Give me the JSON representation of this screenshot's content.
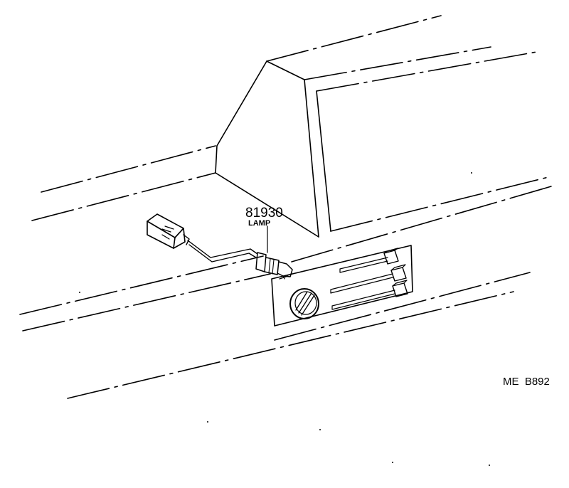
{
  "part": {
    "number": "81930",
    "name": "LAMP"
  },
  "figure_code": "ME  B892",
  "colors": {
    "line": "#000000",
    "background": "#ffffff"
  }
}
